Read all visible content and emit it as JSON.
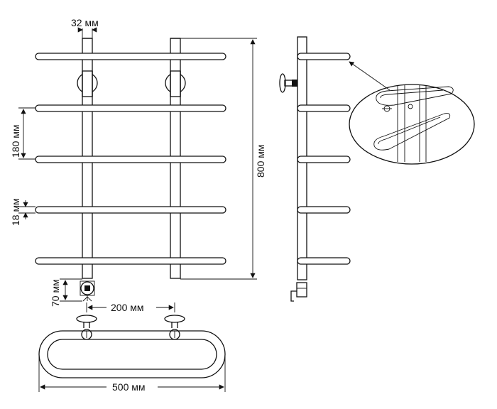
{
  "drawing": {
    "subject": "towel-rail technical drawing",
    "dimensions": {
      "tube_diameter": "32 мм",
      "bar_spacing": "180 мм",
      "bar_thickness": "18 мм",
      "height": "800 мм",
      "bottom_offset": "70 мм",
      "mount_distance": "200 мм",
      "width": "500 мм"
    }
  }
}
